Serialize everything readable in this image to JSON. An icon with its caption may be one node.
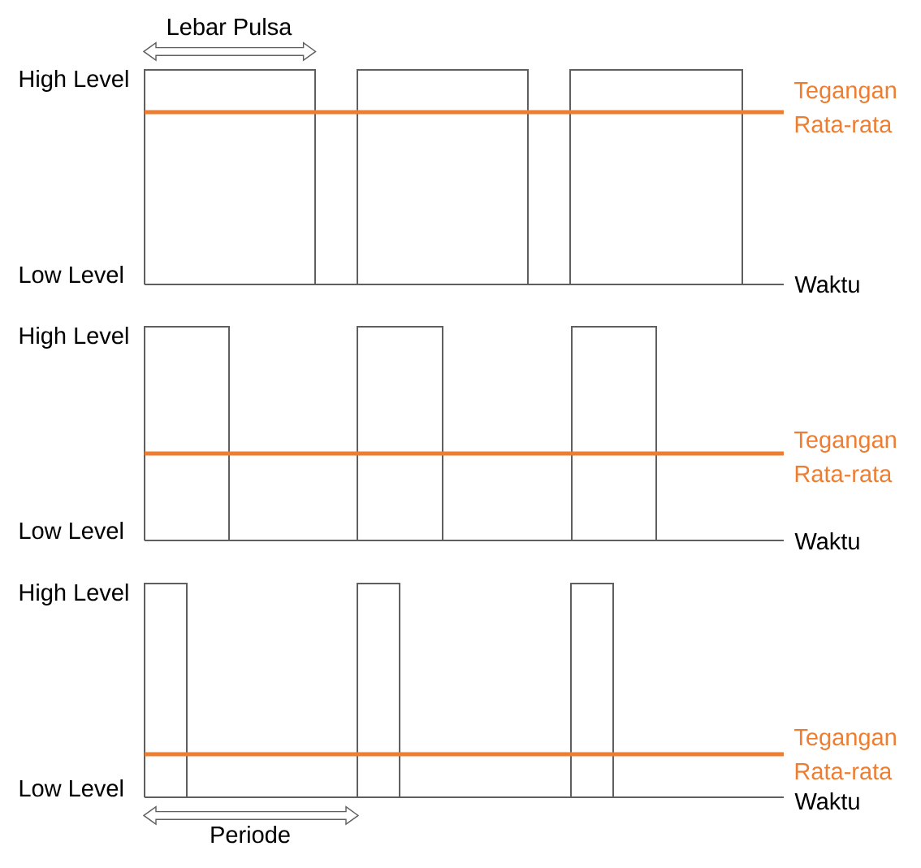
{
  "diagram": {
    "labels": [
      "Lebar Pulsa",
      "High Level",
      "Tegangan Rata-rata",
      "Low Level",
      "Waktu",
      "High Level",
      "Tegangan Rata-rata",
      "Low Level",
      "Waktu",
      "High Level",
      "Tegangan Rata-rata",
      "Low Level",
      "Waktu",
      "Periode"
    ]
  }
}
